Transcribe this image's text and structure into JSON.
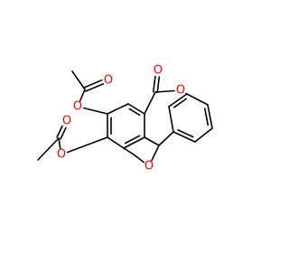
{
  "colors": {
    "background": "#ffffff",
    "bond": "#000000",
    "oxygen": "#ff0000"
  },
  "atom_labels": [
    {
      "id": "o-ester-top",
      "text": "O",
      "element": "oxygen"
    },
    {
      "id": "o-ester-bottom",
      "text": "O",
      "element": "oxygen"
    },
    {
      "id": "o-carbonyl-top",
      "text": "O",
      "element": "oxygen"
    },
    {
      "id": "o-carbonyl-bottom",
      "text": "O",
      "element": "oxygen"
    },
    {
      "id": "o-lactone-carbonyl",
      "text": "O",
      "element": "oxygen"
    },
    {
      "id": "o-lactone-ring",
      "text": "O",
      "element": "oxygen"
    },
    {
      "id": "o-furan-ring",
      "text": "O",
      "element": "oxygen"
    }
  ]
}
